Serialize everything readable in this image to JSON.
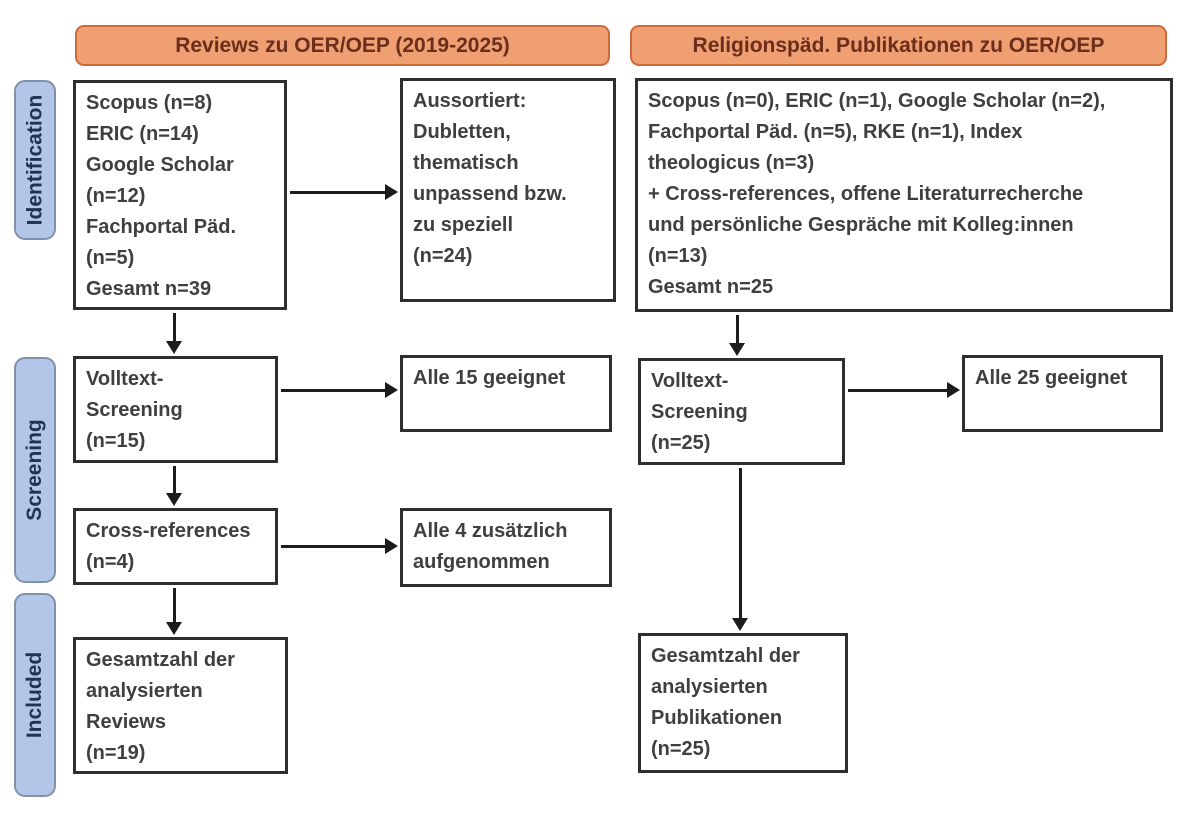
{
  "colors": {
    "header_fill": "#EF9F72",
    "header_border": "#CE6A3A",
    "header_text": "#6B2E1C",
    "stage_fill": "#B4C6E7",
    "stage_border": "#8091AD",
    "stage_text": "#1F3355",
    "box_border": "#2E2E2E",
    "box_text": "#3F3F3F",
    "arrow": "#1C1C1C",
    "background": "#FFFFFF"
  },
  "headers": {
    "left": "Reviews zu OER/OEP (2019-2025)",
    "right": "Religionspäd. Publikationen zu OER/OEP"
  },
  "stages": [
    {
      "label": "Identification"
    },
    {
      "label": "Screening"
    },
    {
      "label": "Included"
    }
  ],
  "left_column": {
    "sources": "Scopus (n=8)\nERIC (n=14)\nGoogle Scholar\n(n=12)\nFachportal Päd.\n(n=5)\nGesamt n=39",
    "excluded": "Aussortiert:\nDubletten,\nthematisch\nunpassend bzw.\nzu speziell\n(n=24)",
    "screening": "Volltext-\nScreening\n(n=15)",
    "screening_result": "Alle 15 geeignet",
    "cross_references": "Cross-references\n(n=4)",
    "cross_references_result": "Alle 4 zusätzlich\naufgenommen",
    "included": "Gesamtzahl der\nanalysierten\nReviews\n(n=19)"
  },
  "right_column": {
    "sources": "Scopus (n=0), ERIC (n=1), Google Scholar (n=2),\nFachportal Päd. (n=5), RKE (n=1), Index\ntheologicus (n=3)\n+ Cross-references, offene Literaturrecherche\nund persönliche Gespräche mit Kolleg:innen\n(n=13)\nGesamt n=25",
    "screening": "Volltext-\nScreening\n(n=25)",
    "screening_result": "Alle 25 geeignet",
    "included": "Gesamtzahl der\nanalysierten\nPublikationen\n(n=25)"
  }
}
